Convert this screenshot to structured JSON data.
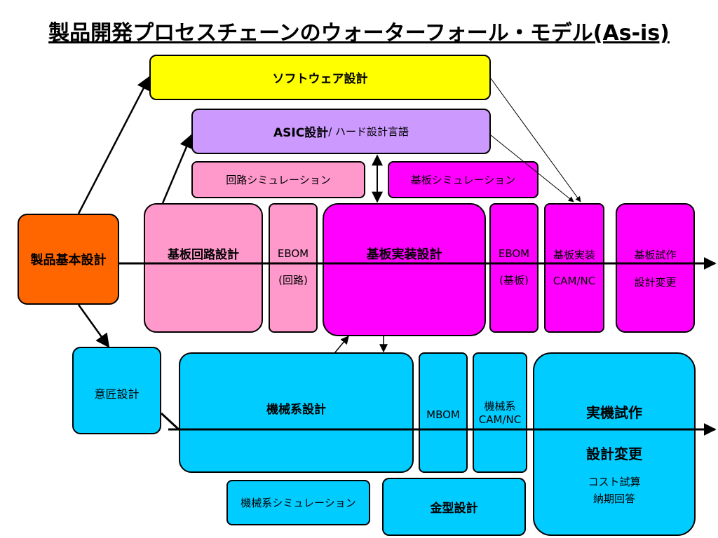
{
  "title": "製品開発プロセスチェーンのウォーターフォール・モデル(As-is)",
  "colors": {
    "yellow": "#ffff00",
    "lavender": "#cc99ff",
    "pink": "#ff99cc",
    "magenta": "#ff00ff",
    "orange": "#ff6600",
    "cyan": "#00ccff"
  },
  "boxes": {
    "software": "ソフトウェア設計",
    "asic_bold": "ASIC設計",
    "asic_rest": "/ ハード設計言語",
    "circuit_sim": "回路シミュレーション",
    "board_sim": "基板シミュレーション",
    "product_basic": "製品基本設計",
    "board_circuit": "基板回路設計",
    "ebom1_line1": "EBOM",
    "ebom1_line2": "(回路)",
    "board_mount": "基板実装設計",
    "ebom2_line1": "EBOM",
    "ebom2_line2": "(基板)",
    "board_cam_line1": "基板実装",
    "board_cam_line2": "CAM/NC",
    "board_proto_line1": "基板試作",
    "board_proto_line2": "設計変更",
    "design": "意匠設計",
    "mech": "機械系設計",
    "mbom": "MBOM",
    "mech_cam_line1": "機械系",
    "mech_cam_line2": "CAM/NC",
    "proto_line1": "実機試作",
    "proto_line2": "設計変更",
    "proto_line3": "コスト試算",
    "proto_line4": "納期回答",
    "mech_sim": "機械系シミュレーション",
    "mold": "金型設計"
  }
}
